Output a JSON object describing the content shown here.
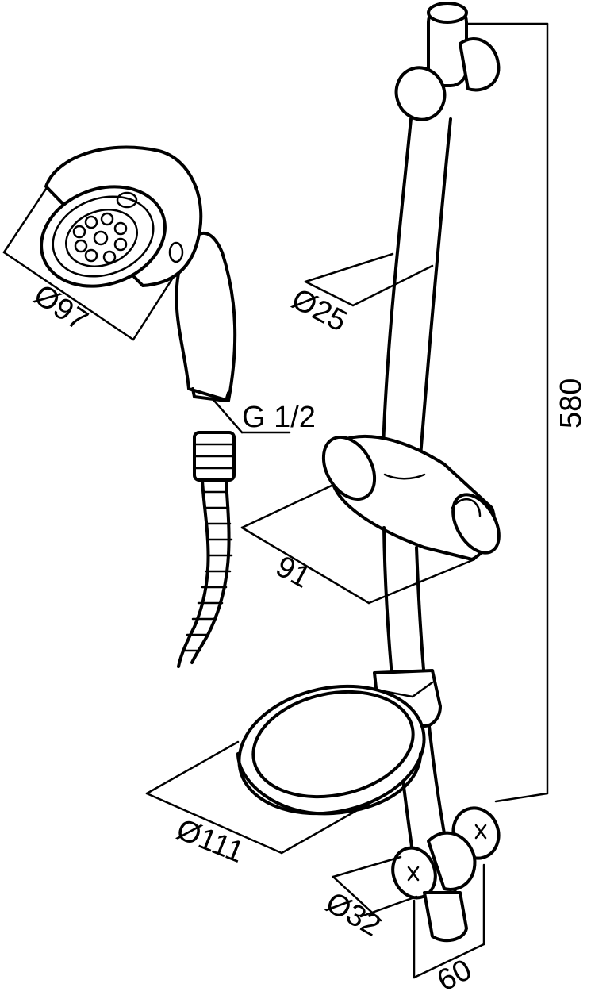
{
  "dimensions": {
    "head_diameter": "Ø97",
    "thread": "G 1/2",
    "rail_diameter": "Ø25",
    "rail_length": "580",
    "slider_width": "91",
    "dish_diameter": "Ø111",
    "bracket_diameter": "Ø32",
    "wall_offset": "60"
  }
}
